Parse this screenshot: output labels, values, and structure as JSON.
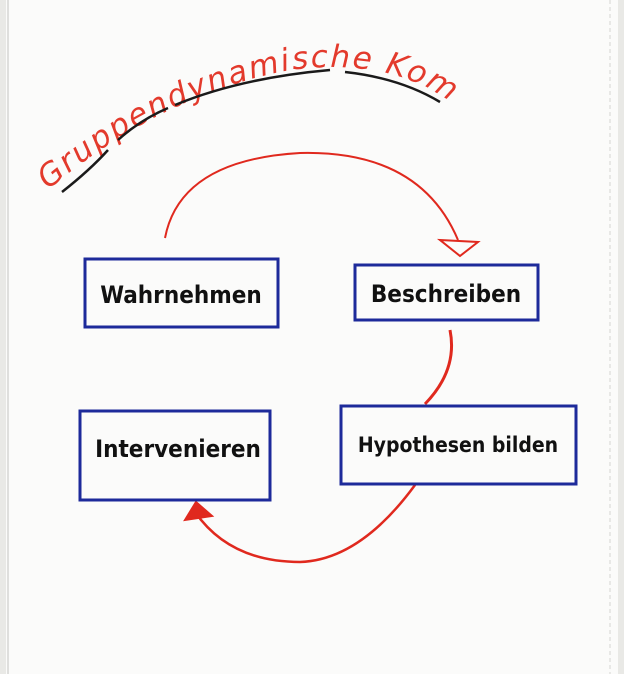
{
  "title": "Gruppendynamische Kompetenz",
  "boxes": {
    "wahrnehmen": "Wahrnehmen",
    "beschreiben": "Beschreiben",
    "hypothesen": "Hypothesen bilden",
    "intervenieren": "Intervenieren"
  },
  "colors": {
    "paper": "#fbfbfa",
    "box_border": "#1d2a9a",
    "arrow": "#e0291e",
    "title": "#e33a2c",
    "underline": "#1a1a1a"
  }
}
